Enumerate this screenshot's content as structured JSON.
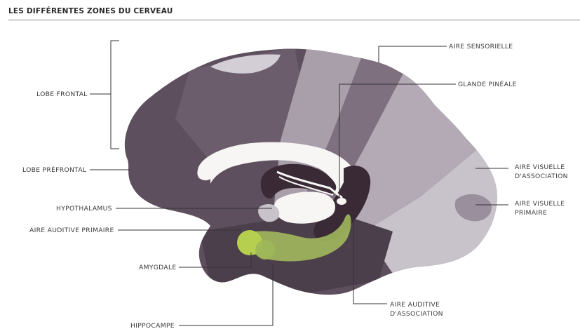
{
  "title": "LES DIFFÉRENTES ZONES DU CERVEAU",
  "labels": {
    "lobe_frontal": "LOBE FRONTAL",
    "lobe_prefrontal": "LOBE PRÉFRONTAL",
    "hypothalamus": "HYPOTHALAMUS",
    "aire_auditive_primaire": "AIRE AUDITIVE PRIMAIRE",
    "amygdale": "AMYGDALE",
    "hippocampe": "HIPPOCAMPE",
    "aire_sensorielle": "AIRE SENSORIELLE",
    "glande_pineale": "GLANDE PINÉALE",
    "aire_visuelle_association_1": "AIRE VISUELLE",
    "aire_visuelle_association_2": "D'ASSOCIATION",
    "aire_visuelle_primaire_1": "AIRE VISUELLE",
    "aire_visuelle_primaire_2": "PRIMAIRE",
    "aire_auditive_association_1": "AIRE AUDITIVE",
    "aire_auditive_association_2": "D'ASSOCIATION"
  },
  "colors": {
    "cortex_dark": "#5e4f5f",
    "cortex_mid": "#756775",
    "region_light": "#a99fab",
    "region_lighter": "#c8c2ca",
    "deep_dark": "#3a2a36",
    "white_matter": "#f7f6f4",
    "limbic_green": "#a6bf5e",
    "amygdala_green": "#b6cf4f",
    "leader": "#333333"
  }
}
